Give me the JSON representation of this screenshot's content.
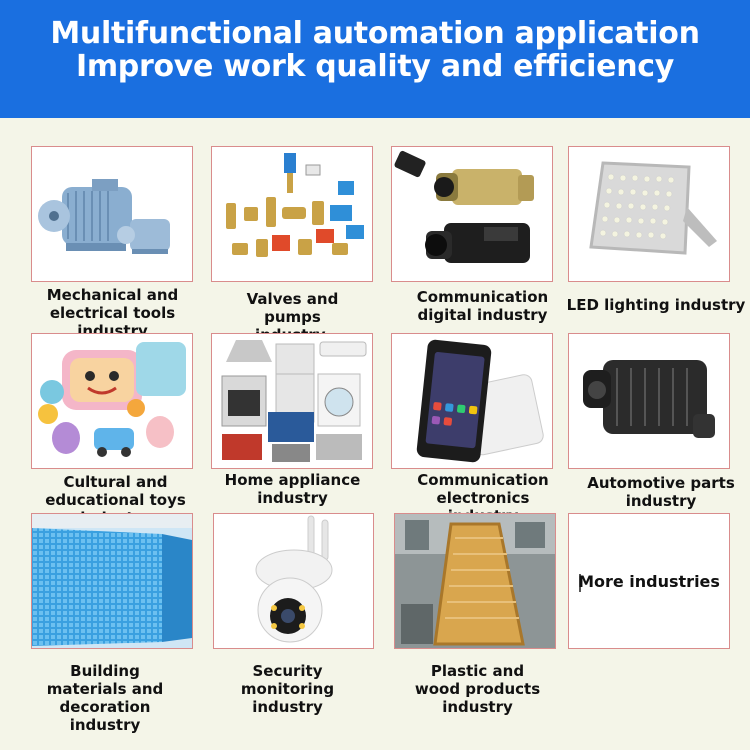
{
  "banner": {
    "line1": "Multifunctional automation application",
    "line2": "Improve work quality and efficiency",
    "color": "#1a6fe0"
  },
  "cards": [
    {
      "label": "Mechanical and electrical tools industry",
      "icon": "electric-motor-icon"
    },
    {
      "label": "Valves and pumps industry,",
      "icon": "valves-icon"
    },
    {
      "label": "Communication digital industry",
      "icon": "camcorder-icon"
    },
    {
      "label": "LED lighting industry",
      "icon": "led-floodlight-icon"
    },
    {
      "label": "Cultural and educational toys industry",
      "icon": "toys-icon"
    },
    {
      "label": "Home appliance industry",
      "icon": "home-appliances-icon"
    },
    {
      "label": "Communication electronics industry",
      "icon": "smartphone-icon"
    },
    {
      "label": "Automotive parts industry",
      "icon": "auto-part-icon"
    },
    {
      "label": "Building materials and decoration industry",
      "icon": "mesh-panel-icon"
    },
    {
      "label": "Security monitoring industry",
      "icon": "security-camera-icon"
    },
    {
      "label": "Plastic and wood products industry",
      "icon": "wood-tray-icon"
    },
    {
      "label": "More industries",
      "icon": "more-icon"
    }
  ]
}
